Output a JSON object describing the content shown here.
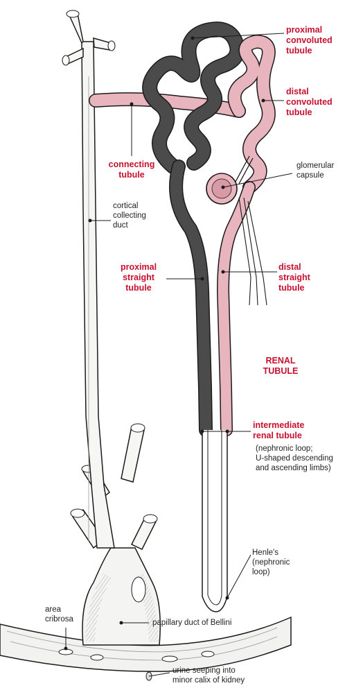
{
  "colors": {
    "key_label": "#c8102e",
    "proximal_tubule": "#4a4a4a",
    "distal_tubule": "#e8b4bd",
    "collecting_duct": "#f6f6f4",
    "outline": "#1a1a1a"
  },
  "labels": {
    "proximal_convoluted": "proximal\nconvoluted\ntubule",
    "distal_convoluted": "distal\nconvoluted\ntubule",
    "connecting": "connecting\ntubule",
    "glomerular_capsule": "glomerular\ncapsule",
    "cortical_collecting": "cortical\ncollecting\nduct",
    "proximal_straight": "proximal\nstraight\ntubule",
    "distal_straight": "distal\nstraight\ntubule",
    "renal_tubule": "RENAL\nTUBULE",
    "intermediate": "intermediate\nrenal tubule",
    "intermediate_note": "(nephronic loop;\nU-shaped descending\nand ascending limbs)",
    "henle": "Henle's\n(nephronic\nloop)",
    "area_cribrosa": "area\ncribrosa",
    "papillary_duct": "papillary duct of Bellini",
    "urine": "urine seeping into\nminor calix of kidney"
  }
}
